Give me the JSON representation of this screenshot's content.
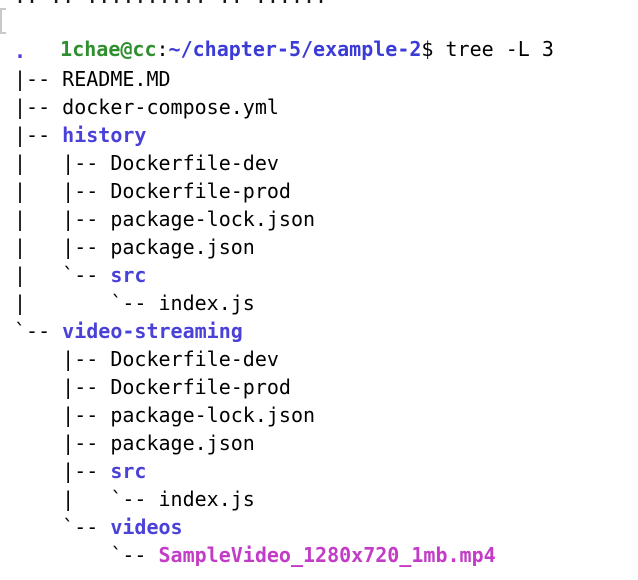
{
  "terminal": {
    "cut_text": ".. .. .......... .. ......",
    "prompt": {
      "user_host": "1chae@cc",
      "colon": ":",
      "path": "~/chapter-5/example-2",
      "suffix": "$ ",
      "command": "tree -L 3"
    },
    "tree": [
      {
        "prefix": "",
        "name": ".",
        "kind": "dot"
      },
      {
        "prefix": "|-- ",
        "name": "README.MD",
        "kind": "file"
      },
      {
        "prefix": "|-- ",
        "name": "docker-compose.yml",
        "kind": "file"
      },
      {
        "prefix": "|-- ",
        "name": "history",
        "kind": "dir"
      },
      {
        "prefix": "|   |-- ",
        "name": "Dockerfile-dev",
        "kind": "file"
      },
      {
        "prefix": "|   |-- ",
        "name": "Dockerfile-prod",
        "kind": "file"
      },
      {
        "prefix": "|   |-- ",
        "name": "package-lock.json",
        "kind": "file"
      },
      {
        "prefix": "|   |-- ",
        "name": "package.json",
        "kind": "file"
      },
      {
        "prefix": "|   `-- ",
        "name": "src",
        "kind": "dir"
      },
      {
        "prefix": "|       `-- ",
        "name": "index.js",
        "kind": "file"
      },
      {
        "prefix": "`-- ",
        "name": "video-streaming",
        "kind": "dir"
      },
      {
        "prefix": "    |-- ",
        "name": "Dockerfile-dev",
        "kind": "file"
      },
      {
        "prefix": "    |-- ",
        "name": "Dockerfile-prod",
        "kind": "file"
      },
      {
        "prefix": "    |-- ",
        "name": "package-lock.json",
        "kind": "file"
      },
      {
        "prefix": "    |-- ",
        "name": "package.json",
        "kind": "file"
      },
      {
        "prefix": "    |-- ",
        "name": "src",
        "kind": "dir"
      },
      {
        "prefix": "    |   `-- ",
        "name": "index.js",
        "kind": "file"
      },
      {
        "prefix": "    `-- ",
        "name": "videos",
        "kind": "dir"
      },
      {
        "prefix": "        `-- ",
        "name": "SampleVideo_1280x720_1mb.mp4",
        "kind": "media"
      }
    ],
    "colors": {
      "background": "#ffffff",
      "text": "#000000",
      "directory": "#4a41d8",
      "media": "#c23cc7",
      "user_host": "#2f8f2f",
      "path": "#3b3bd6"
    }
  }
}
